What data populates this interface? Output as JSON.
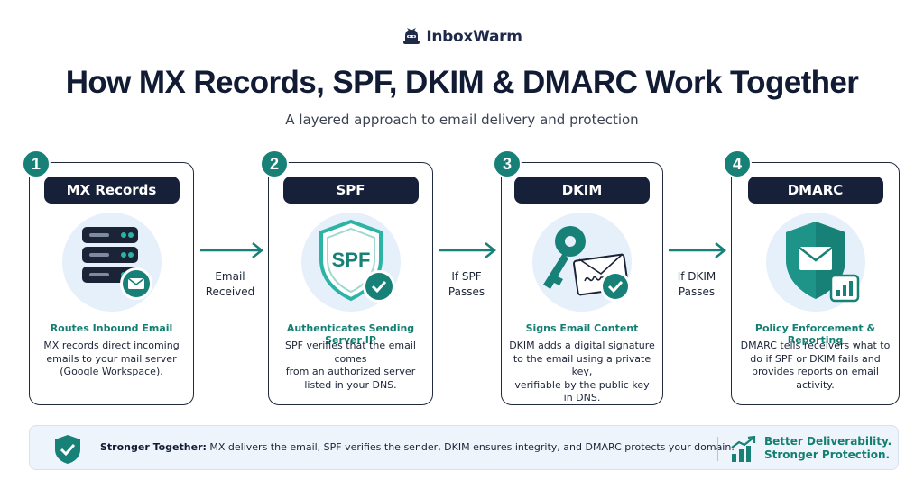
{
  "brand": {
    "name": "InboxWarm"
  },
  "title": "How MX Records, SPF, DKIM & DMARC Work Together",
  "subtitle": "A layered approach to email delivery and protection",
  "cards": [
    {
      "number": "1",
      "heading": "MX Records",
      "summary": "Routes Inbound Email",
      "desc": [
        "MX records direct incoming",
        "emails to your mail server",
        "(Google Workspace)."
      ]
    },
    {
      "number": "2",
      "heading": "SPF",
      "icon_text": "SPF",
      "summary": "Authenticates Sending Server IP",
      "desc": [
        "SPF verifies that the email comes",
        "from an authorized server",
        "listed in your DNS."
      ]
    },
    {
      "number": "3",
      "heading": "DKIM",
      "summary": "Signs Email Content",
      "desc": [
        "DKIM adds a digital signature",
        "to the email using a private key,",
        "verifiable by the public key",
        "in DNS."
      ]
    },
    {
      "number": "4",
      "heading": "DMARC",
      "summary": "Policy Enforcement & Reporting",
      "desc": [
        "DMARC tells receivers what to",
        "do if SPF or DKIM fails and",
        "provides reports on email",
        "activity."
      ]
    }
  ],
  "arrows": [
    {
      "line1": "Email",
      "line2": "Received"
    },
    {
      "line1": "If SPF",
      "line2": "Passes"
    },
    {
      "line1": "If DKIM",
      "line2": "Passes"
    }
  ],
  "bottom": {
    "lead": "Stronger Together:",
    "text": " MX delivers the email, SPF verifies the sender, DKIM ensures integrity, and DMARC protects your domain.",
    "right1": "Better Deliverability.",
    "right2": "Stronger Protection."
  },
  "colors": {
    "teal": "#178077",
    "navy": "#172039",
    "light_blue": "#e6f0fb"
  }
}
